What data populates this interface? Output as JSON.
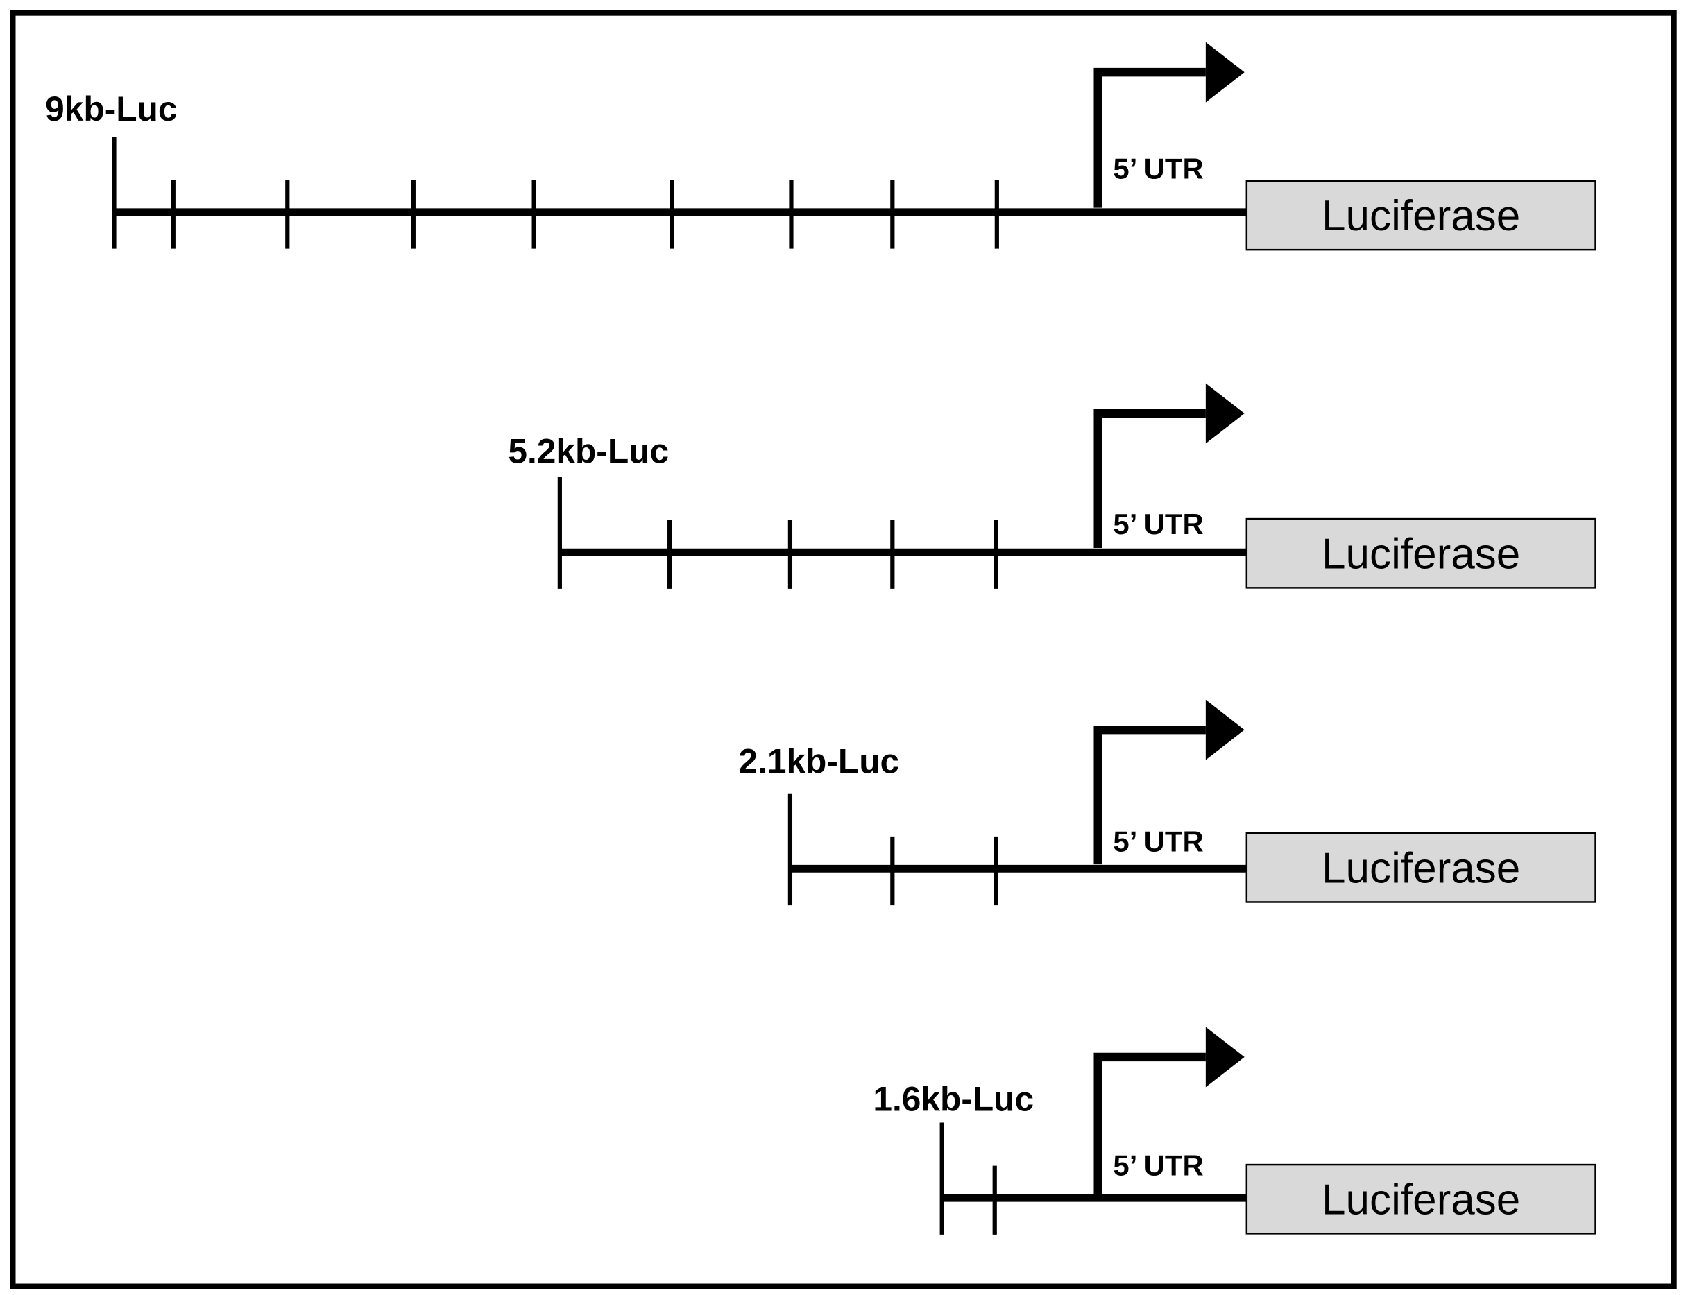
{
  "figure": {
    "description": "Luciferase reporter constructs with serial 5' promoter deletions",
    "colors": {
      "line": "#000000",
      "gene_box_fill": "#d9d9d9",
      "background": "#ffffff"
    },
    "utr_label": "5’ UTR",
    "reporter_label": "Luciferase",
    "constructs": [
      {
        "name": "9kb-Luc",
        "length_kb": 9.0,
        "tick_count": 8
      },
      {
        "name": "5.2kb-Luc",
        "length_kb": 5.2,
        "tick_count": 4
      },
      {
        "name": "2.1kb-Luc",
        "length_kb": 2.1,
        "tick_count": 2
      },
      {
        "name": "1.6kb-Luc",
        "length_kb": 1.6,
        "tick_count": 1
      }
    ]
  }
}
